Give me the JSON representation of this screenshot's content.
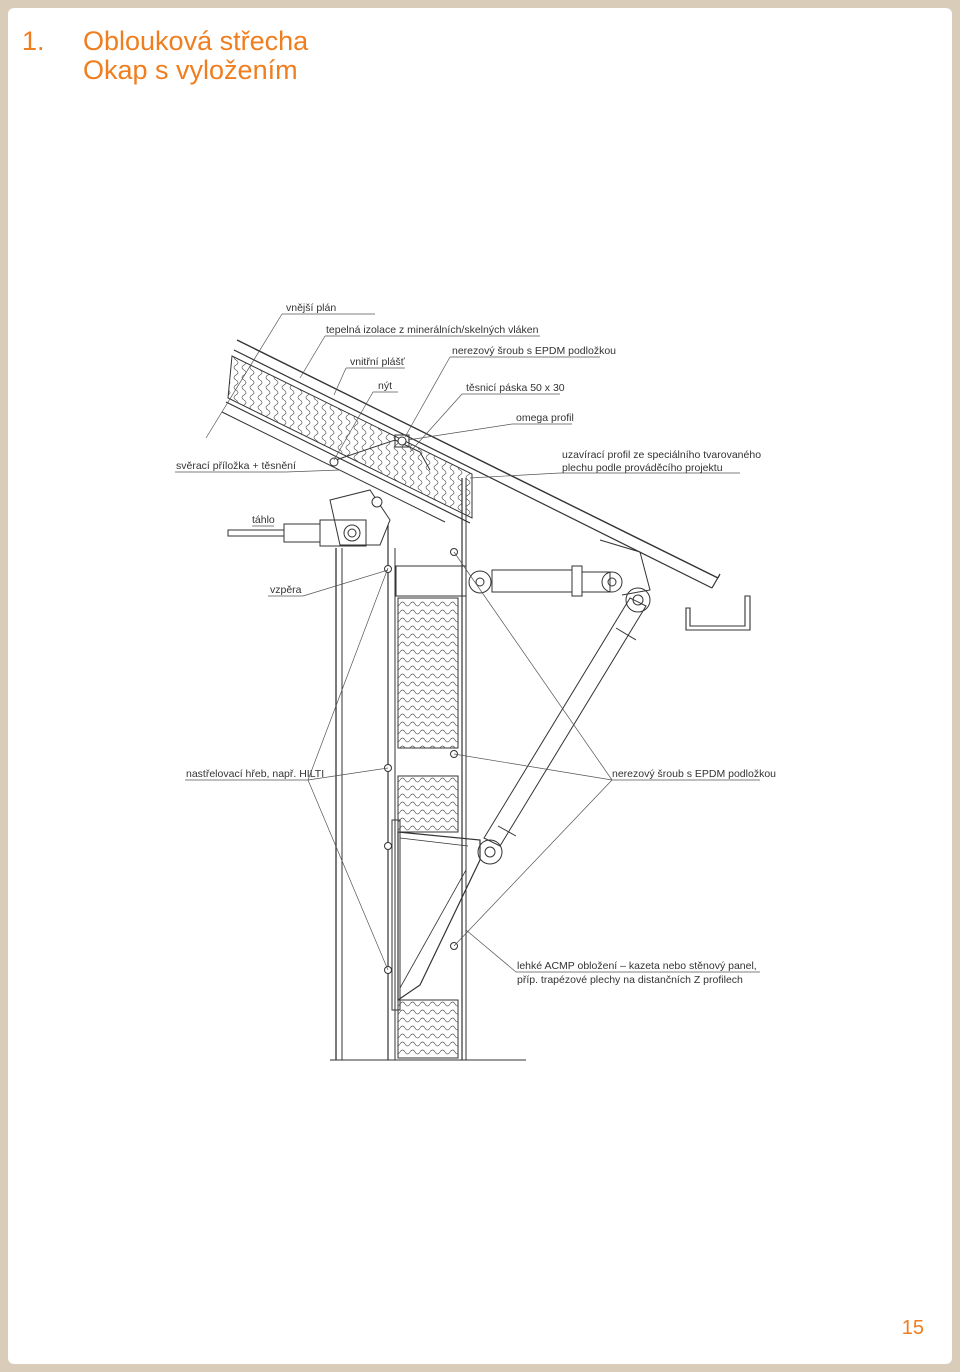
{
  "header": {
    "number": "1.",
    "title_line1": "Oblouková střecha",
    "title_line2": "Okap s vyložením"
  },
  "labels": {
    "vnejsi_plan": "vnější plán",
    "tepelna_izolace": "tepelná izolace z minerálních/skelných vláken",
    "vnitrni_plast": "vnitřní plášť",
    "nerezovy_sroub_top": "nerezový šroub s EPDM podložkou",
    "nyt": "nýt",
    "tesnici_paska": "těsnicí páska 50 x 30",
    "omega_profil": "omega profil",
    "sveraci_prilozka": "svěrací příložka + těsnění",
    "uzaviraci_profil_1": "uzavírací profil ze speciálního tvarovaného",
    "uzaviraci_profil_2": "plechu podle prováděcího projektu",
    "tahlo": "táhlo",
    "vzpera": "vzpěra",
    "nastrelovaci_hreb": "nastřelovací hřeb, např. HILTI",
    "nerezovy_sroub_right": "nerezový šroub s EPDM podložkou",
    "lehke_acmp_1": "lehké ACMP obložení – kazeta nebo stěnový panel,",
    "lehke_acmp_2": "příp. trapézové plechy na distančních Z profilech"
  },
  "footer": {
    "page_number": "15"
  },
  "colors": {
    "accent": "#f07d1e",
    "frame": "#d9cdb9",
    "ink": "#333333"
  }
}
